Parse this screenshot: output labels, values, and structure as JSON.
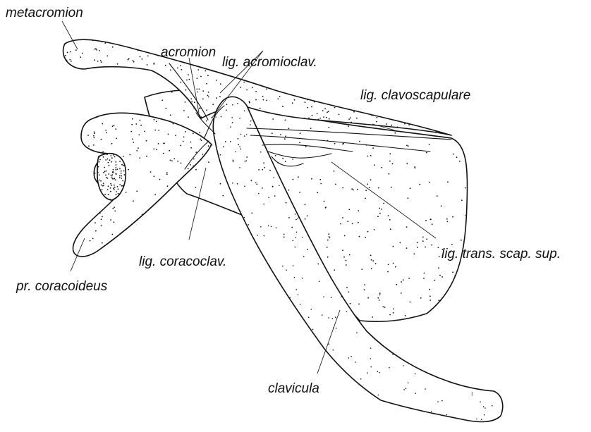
{
  "labels": {
    "metacromion": "metacromion",
    "acromion": "acromion",
    "lig_acromioclav": "lig. acromioclav.",
    "lig_clavoscapulare": "lig. clavoscapulare",
    "lig_coracoclav": "lig. coracoclav.",
    "lig_trans_scap_sup": "lig. trans. scap. sup.",
    "pr_coracoideus": "pr. coracoideus",
    "clavicula": "clavicula"
  },
  "colors": {
    "ink": "#111111",
    "paper": "#ffffff"
  }
}
